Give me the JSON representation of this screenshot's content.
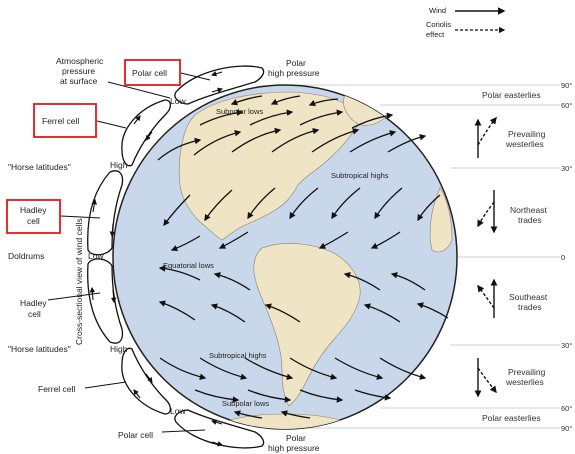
{
  "legend": {
    "wind_label": "Wind",
    "coriolis_label": "Coriolis\neffect"
  },
  "labels": {
    "atmospheric_pressure": "Atmospheric\npressure\nat surface",
    "polar_high_top": "Polar\nhigh pressure",
    "polar_high_bottom": "Polar\nhigh pressure",
    "horse_latitudes_north": "\"Horse latitudes\"",
    "horse_latitudes_south": "\"Horse latitudes\"",
    "doldrums": "Doldrums",
    "cross_section": "Cross-sectional view of wind cells",
    "low_top": "Low",
    "high_north": "High",
    "low_equator": "Low",
    "high_south": "High",
    "low_bottom": "Low"
  },
  "cells": {
    "polar_cell_north": "Polar cell",
    "ferrel_cell_north": "Ferrel cell",
    "hadley_cell_north": "Hadley\ncell",
    "hadley_cell_south": "Hadley\ncell",
    "ferrel_cell_south": "Ferrel cell",
    "polar_cell_south": "Polar cell"
  },
  "globe_labels": {
    "subpolar_lows_north": "Subpolar lows",
    "subtropical_highs_north": "Subtropical highs",
    "equatorial_lows": "Equatorial   lows",
    "subtropical_highs_south": "Subtropical highs",
    "subpolar_lows_south": "Subpolar lows"
  },
  "latitudes": [
    "90°",
    "60°",
    "30°",
    "0",
    "30°",
    "60°",
    "90°"
  ],
  "wind_belts": {
    "polar_easterlies_north": "Polar easterlies",
    "prevailing_westerlies_north": "Prevailing\nwesterlies",
    "northeast_trades": "Northeast\ntrades",
    "southeast_trades": "Southeast\ntrades",
    "prevailing_westerlies_south": "Prevailing\nwesterlies",
    "polar_easterlies_south": "Polar easterlies"
  },
  "colors": {
    "ocean": "#c9d7ea",
    "land": "#efe4c4",
    "highlight_box": "#e0191b"
  }
}
